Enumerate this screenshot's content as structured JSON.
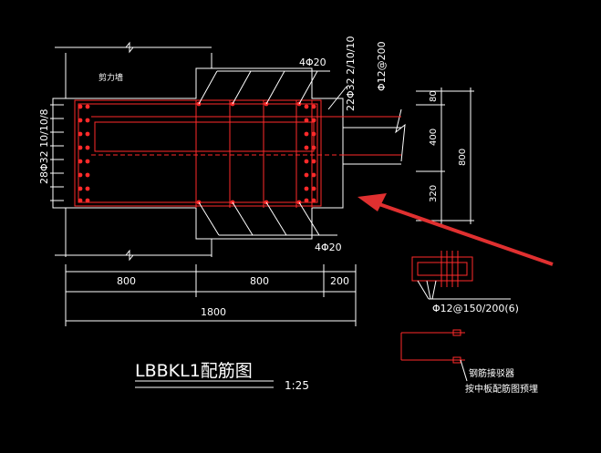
{
  "drawing": {
    "title": "LBBKL1配筋图",
    "scale": "1:25",
    "wall_label": "剪力墙",
    "top_bars": "4Φ20",
    "bottom_bars": "4Φ20",
    "side_bars": "28Φ32 10/10/8",
    "right_bars": "22Φ32 2/10/10",
    "stirrup_top": "Φ12@200",
    "stirrup_detail": "Φ12@150/200(6)",
    "coupler_note_1": "钢筋接驳器",
    "coupler_note_2": "按中板配筋图预埋",
    "dims_bottom": [
      "800",
      "800",
      "200"
    ],
    "dim_total": "1800",
    "dims_right": [
      "80",
      "400",
      "320"
    ],
    "dim_right_total": "800"
  },
  "colors": {
    "background": "#000000",
    "outline": "#ffffff",
    "rebar": "#ff2a2a",
    "arrow": "#e03030"
  }
}
